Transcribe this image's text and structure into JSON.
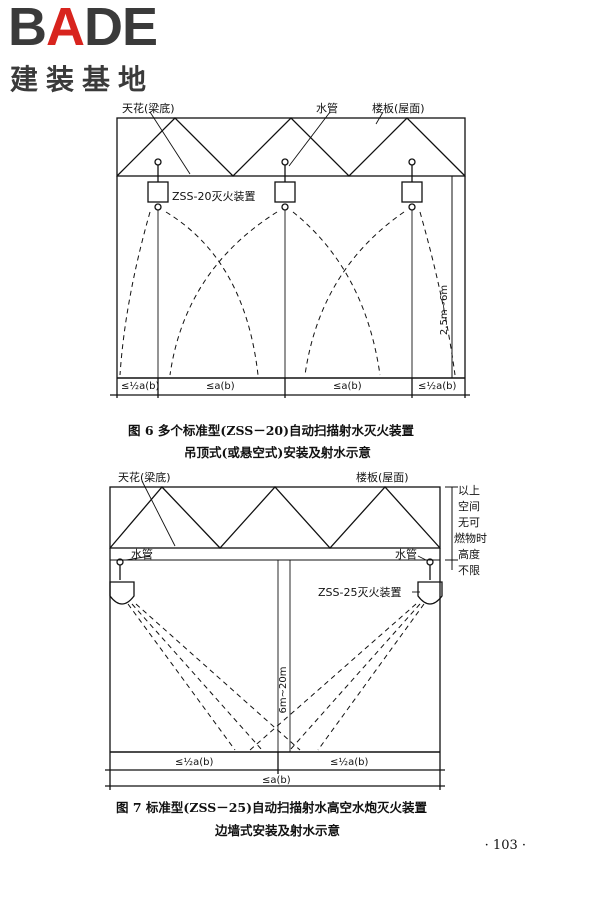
{
  "logo": {
    "word_a": "B",
    "word_b": "A",
    "word_c": "DE",
    "sub": "建装基地"
  },
  "fig6": {
    "label_ceiling": "天花(梁底)",
    "label_pipe": "水管",
    "label_slab": "楼板(屋面)",
    "label_device": "ZSS-20灭火装置",
    "label_height": "2.5m~6m",
    "dim_half": "≤½a(b)",
    "dim_full": "≤a(b)",
    "caption_line1": "图 6   多个标准型(ZSS－20)自动扫描射水灭火装置",
    "caption_line2": "吊顶式(或悬空式)安装及射水示意"
  },
  "fig7": {
    "label_ceiling": "天花(梁底)",
    "label_slab": "楼板(屋面)",
    "label_pipe_left": "水管",
    "label_pipe_right": "水管",
    "label_device": "ZSS-25灭火装置",
    "label_height": "6m~20m",
    "side_note": [
      "以上",
      "空间",
      "无可",
      "燃物时",
      "高度",
      "不限"
    ],
    "dim_half": "≤½a(b)",
    "dim_full": "≤a(b)",
    "caption_line1": "图 7   标准型(ZSS－25)自动扫描射水高空水炮灭火装置",
    "caption_line2": "边墙式安装及射水示意"
  },
  "page_number": "· 103 ·"
}
